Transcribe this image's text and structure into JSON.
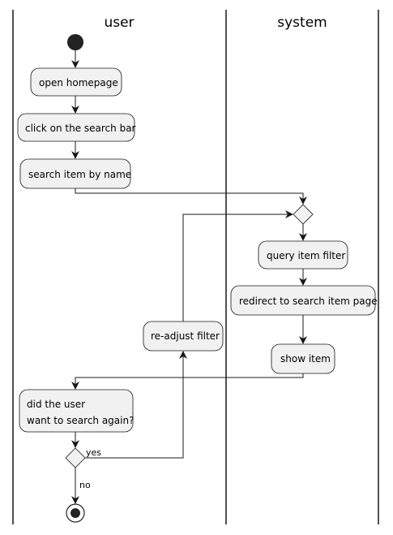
{
  "swimlanes": [
    {
      "id": "user",
      "label": "user"
    },
    {
      "id": "system",
      "label": "system"
    }
  ],
  "activities": {
    "open_homepage": [
      "open homepage"
    ],
    "click_search_bar": [
      "click on the search bar"
    ],
    "search_item_by_name": [
      "search item by name"
    ],
    "query_item_filter": [
      "query item filter"
    ],
    "redirect": [
      "redirect to search item page"
    ],
    "show_item": [
      "show item"
    ],
    "readjust_filter": [
      "re-adjust filter"
    ],
    "did_user_want": [
      "did the user",
      "want to search again?"
    ]
  },
  "edge_labels": {
    "yes": "yes",
    "no": "no"
  },
  "colors": {
    "activity_fill": "#F1F1F1",
    "line": "#181818",
    "start": "#222222"
  }
}
